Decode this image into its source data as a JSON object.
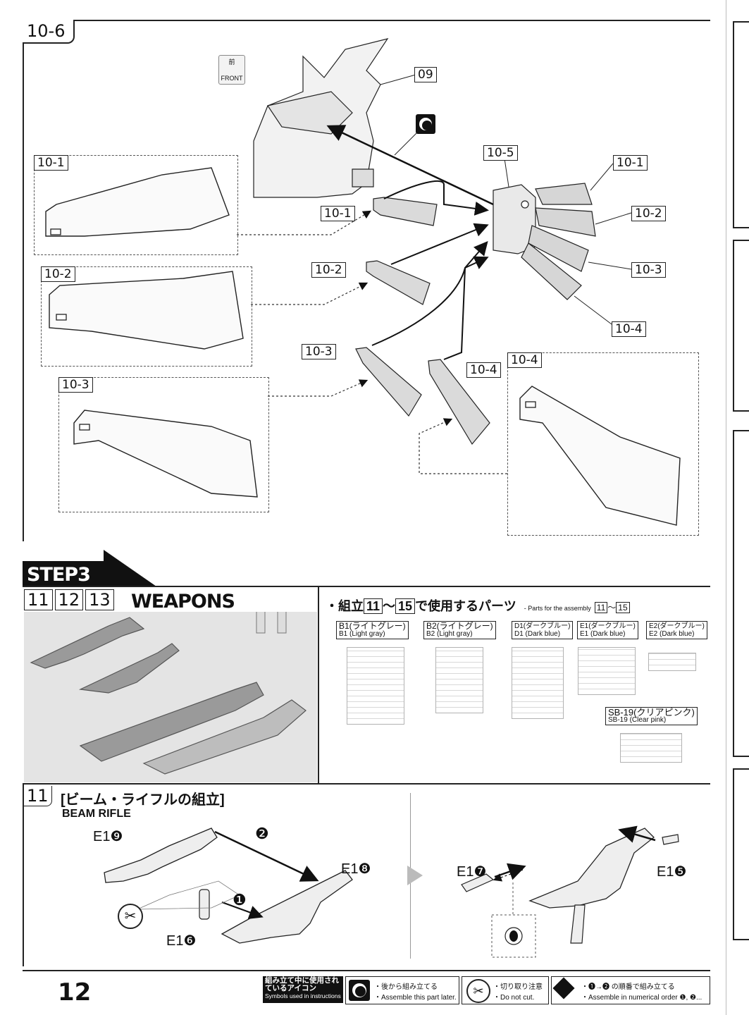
{
  "header": {
    "step": "10-6",
    "ref_part": "09",
    "front_jp": "前",
    "front_en": "FRONT"
  },
  "labels": {
    "box1": "10-1",
    "box2": "10-2",
    "box3": "10-3",
    "box4": "10-4",
    "mid1": "10-1",
    "mid2": "10-2",
    "mid3": "10-3",
    "mid4": "10-4",
    "hub": "10-5",
    "r1": "10-1",
    "r2": "10-2",
    "r3": "10-3",
    "r4": "10-4"
  },
  "step3": {
    "banner": "STEP3",
    "steps": [
      "11",
      "12",
      "13"
    ],
    "title": "WEAPONS",
    "parts_title_jp_a": "・組立",
    "parts_title_jp_n1": "11",
    "parts_title_jp_tilde": "〜",
    "parts_title_jp_n2": "15",
    "parts_title_jp_b": "で使用するパーツ",
    "parts_title_en": "- Parts for the assembly",
    "runners": [
      {
        "jp": "B1(ライトグレー)",
        "en": "B1 (Light gray)"
      },
      {
        "jp": "B2(ライトグレー)",
        "en": "B2 (Light gray)"
      },
      {
        "jp": "D1(ダークブルー)",
        "en": "D1 (Dark blue)"
      },
      {
        "jp": "E1(ダークブルー)",
        "en": "E1 (Dark blue)"
      },
      {
        "jp": "E2(ダークブルー)",
        "en": "E2 (Dark blue)"
      },
      {
        "jp": "SB-19(クリアピンク)",
        "en": "SB-19 (Clear pink)"
      }
    ]
  },
  "step11": {
    "num": "11",
    "title_jp": "[ビーム・ライフルの組立]",
    "title_en": "BEAM RIFLE",
    "parts": {
      "p9": "E1❾",
      "p8": "E1❽",
      "p6": "E1❻",
      "p7": "E1❼",
      "p5": "E1❺",
      "n1": "❶",
      "n2": "❷"
    }
  },
  "footer": {
    "page": "12",
    "legend_title_jp": "組み立て中に使用されているアイコン",
    "legend_title_en": "Symbols used in instructions",
    "later_jp": "・後から組み立てる",
    "later_en": "・Assemble this part later.",
    "cut_jp": "・切り取り注意",
    "cut_en": "・Do not cut.",
    "order_jp": "・❶→❷ の順番で組み立てる",
    "order_en": "・Assemble in numerical order ❶, ❷..."
  },
  "colors": {
    "ink": "#111111",
    "banner": "#111111",
    "panel": "#e4e4e4",
    "arrow_gray": "#bbbbbb"
  }
}
